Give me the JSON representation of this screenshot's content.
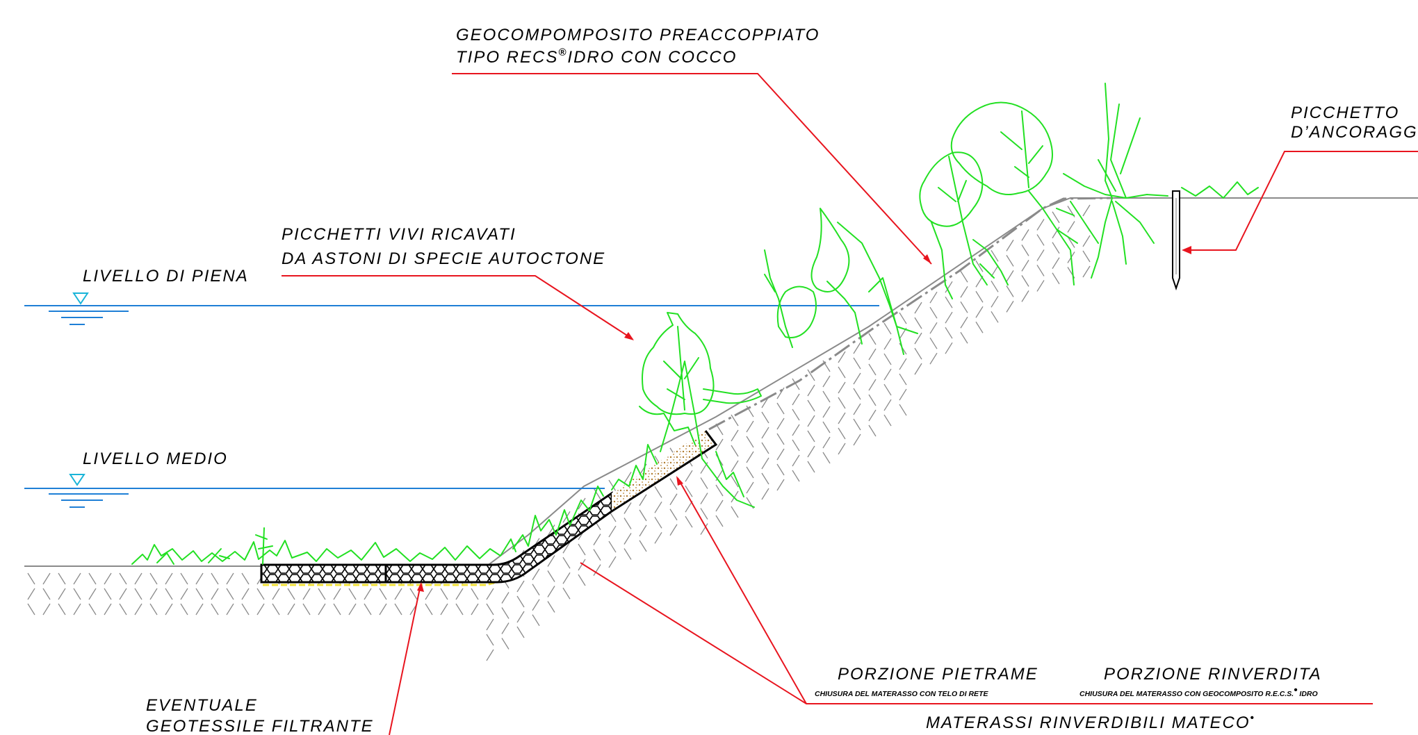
{
  "labels": {
    "geocomposite_line1": "GEOCOMPOMPOSITO PREACCOPPIATO",
    "geocomposite_line2_a": "TIPO RECS",
    "geocomposite_line2_b": "IDRO CON COCCO",
    "registered_mark": "®",
    "anchor_line1": "PICCHETTO",
    "anchor_line2": "D’ANCORAGGIO",
    "live_stakes_line1": "PICCHETTI VIVI RICAVATI",
    "live_stakes_line2": "DA ASTONI DI SPECIE AUTOCTONE",
    "flood_level": "LIVELLO DI PIENA",
    "mean_level": "LIVELLO MEDIO",
    "geotextile_line1": "EVENTUALE",
    "geotextile_line2": "GEOTESSILE FILTRANTE",
    "stone_portion": "PORZIONE PIETRAME",
    "stone_note": "CHIUSURA DEL MATERASSO CON TELO DI RETE",
    "green_portion": "PORZIONE RINVERDITA",
    "green_note_a": "CHIUSURA DEL MATERASSO CON GEOCOMPOSITO R.E.C.S.",
    "green_note_b": "IDRO",
    "mattress_title": "MATERASSI RINVERDIBILI MATECO",
    "dot_mark": "•"
  },
  "colors": {
    "leader": "#e8141e",
    "water": "#1e7fd6",
    "water_symbol": "#19b4d8",
    "vegetation": "#22e022",
    "ground": "#8a8a8a",
    "mattress": "#000000",
    "geotextile": "#f2e23a",
    "soil_fill": "#c8a060"
  }
}
